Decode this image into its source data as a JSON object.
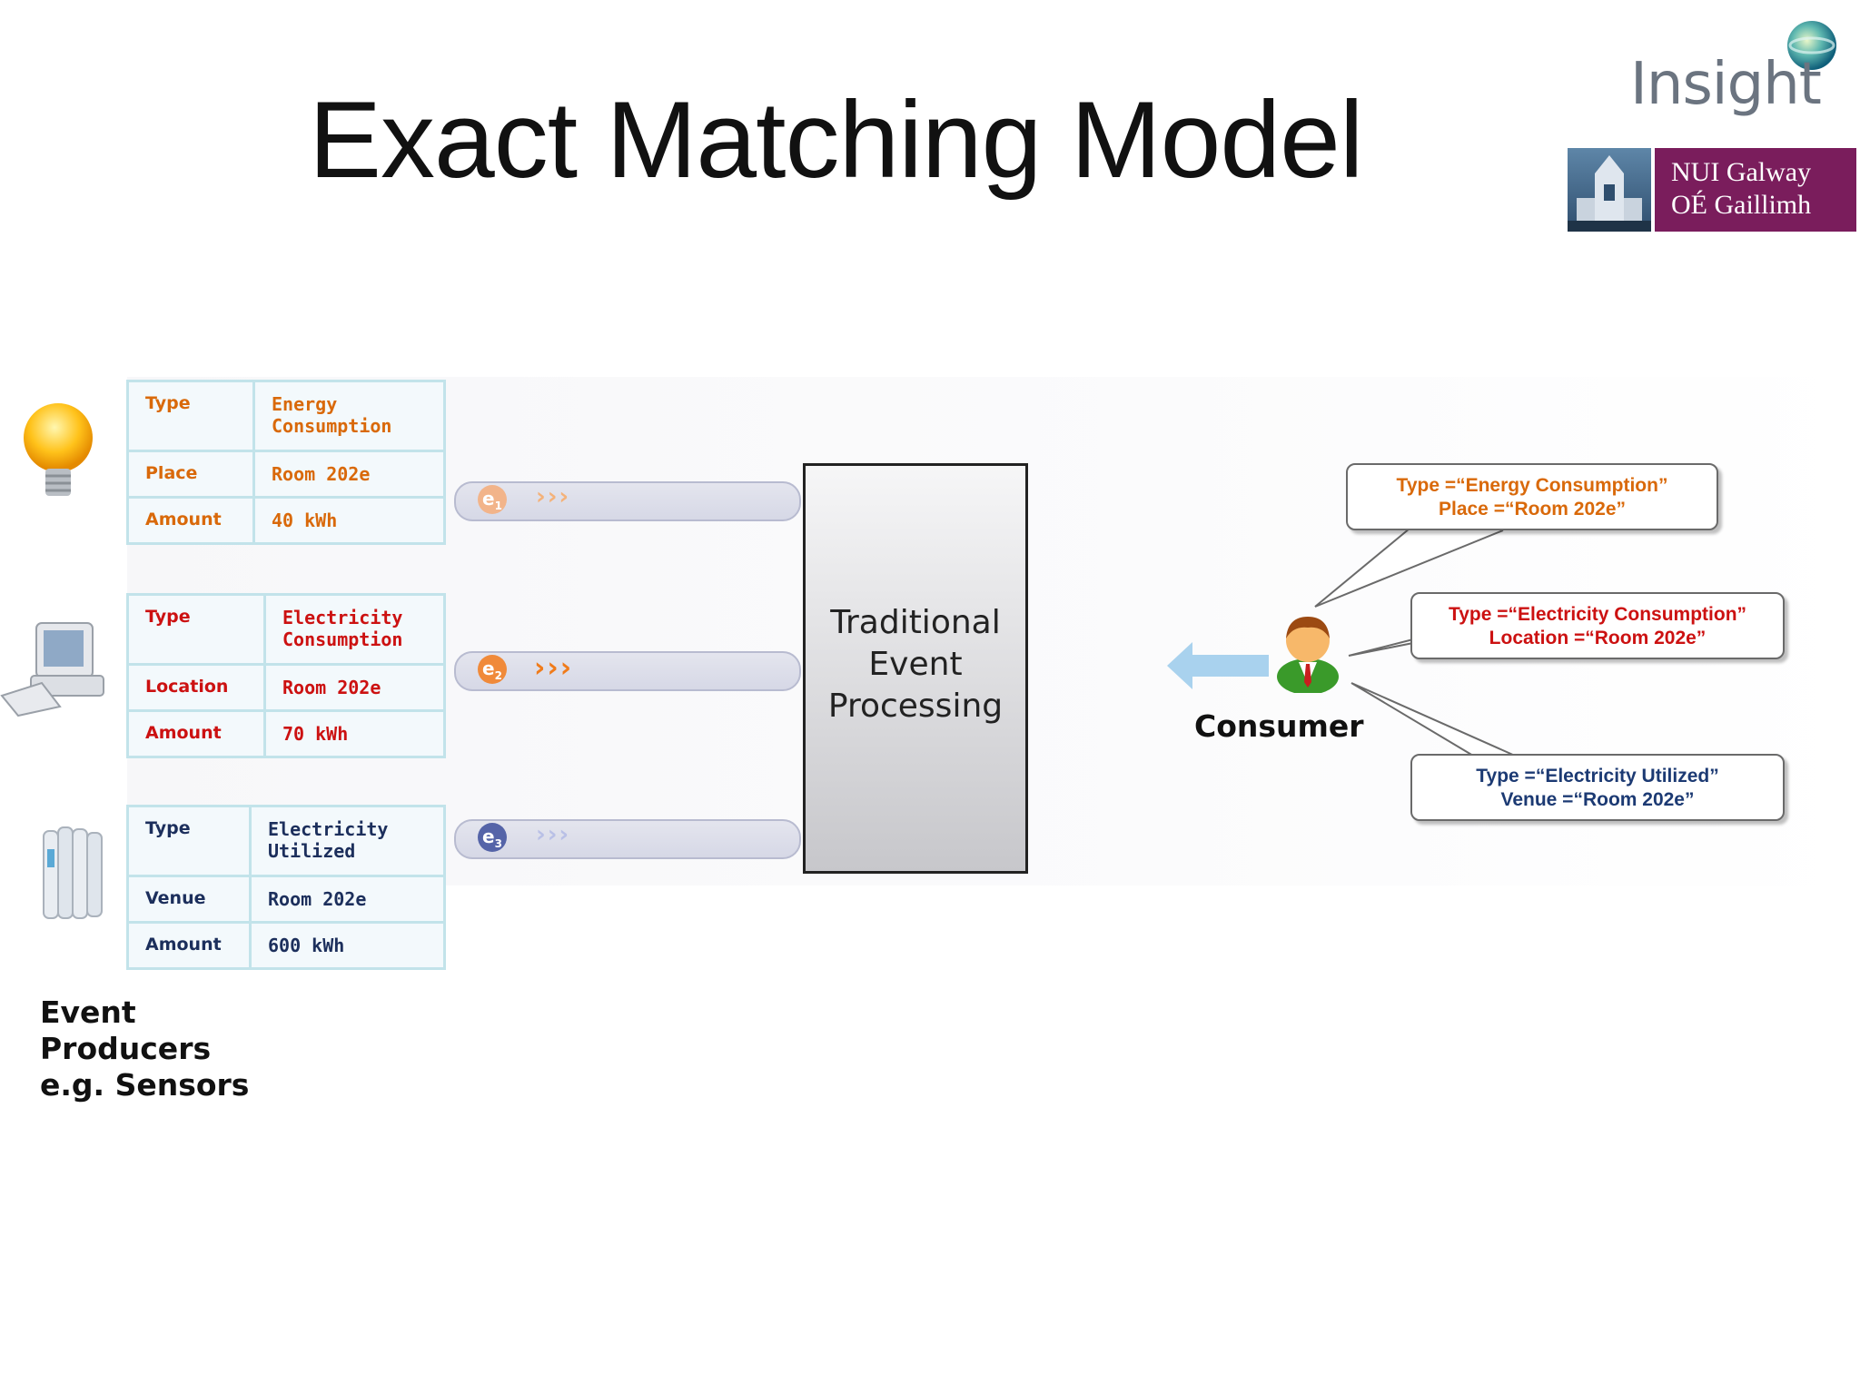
{
  "title": "Exact Matching Model",
  "logos": {
    "insight": "Insight",
    "nui_line1": "NUI Galway",
    "nui_line2": "OÉ Gaillimh"
  },
  "events": [
    {
      "icon": "light-bulb-icon",
      "rows": [
        {
          "key": "Type",
          "value": "Energy\nConsumption"
        },
        {
          "key": "Place",
          "value": "Room 202e"
        },
        {
          "key": "Amount",
          "value": "40 kWh"
        }
      ],
      "token": "e1",
      "key_color": "#d9690a",
      "value_color": "#d9690a"
    },
    {
      "icon": "computer-icon",
      "rows": [
        {
          "key": "Type",
          "value": "Electricity\nConsumption"
        },
        {
          "key": "Location",
          "value": "Room 202e"
        },
        {
          "key": "Amount",
          "value": "70 kWh"
        }
      ],
      "token": "e2",
      "key_color": "#cc1111",
      "value_color": "#cc1111"
    },
    {
      "icon": "radiator-icon",
      "rows": [
        {
          "key": "Type",
          "value": "Electricity\nUtilized"
        },
        {
          "key": "Venue",
          "value": "Room 202e"
        },
        {
          "key": "Amount",
          "value": "600 kWh"
        }
      ],
      "token": "e3",
      "key_color": "#1c2f5c",
      "value_color": "#1c2f5c"
    }
  ],
  "processor_label": "Traditional\nEvent\nProcessing",
  "consumer_label": "Consumer",
  "producers_label": "Event\nProducers\ne.g. Sensors",
  "subscriptions": [
    {
      "line1": "Type =“Energy Consumption”",
      "line2": "Place =“Room 202e”",
      "color": "#d9690a"
    },
    {
      "line1": "Type =“Electricity Consumption”",
      "line2": "Location =“Room 202e”",
      "color": "#cc1111"
    },
    {
      "line1": "Type =“Electricity Utilized”",
      "line2": "Venue =“Room 202e”",
      "color": "#1c3a73"
    }
  ]
}
